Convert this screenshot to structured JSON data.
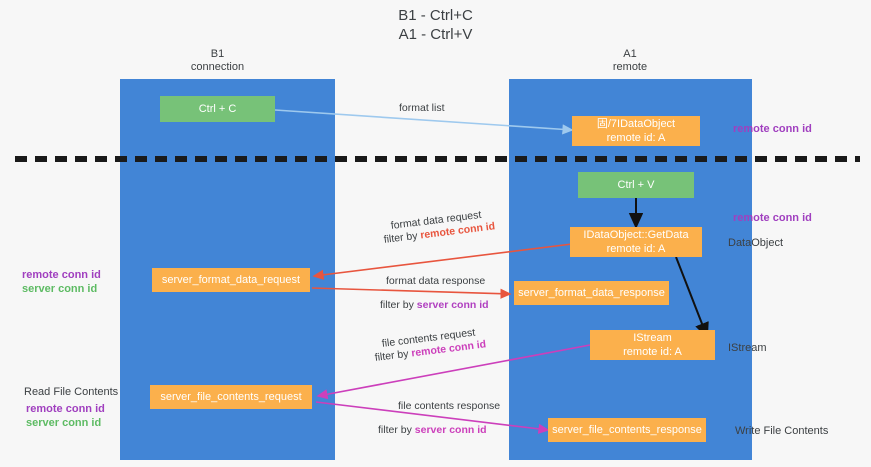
{
  "diagram": {
    "title": "B1 - Ctrl+C\nA1 - Ctrl+V",
    "columns": [
      {
        "name": "b1",
        "header": "B1\nconnection"
      },
      {
        "name": "a1",
        "header": "A1\nremote"
      }
    ],
    "nodes": {
      "ctrl_c": "Ctrl + C",
      "idataobject": "固/7IDataObject\nremote id: A",
      "ctrl_v": "Ctrl + V",
      "getdata": "IDataObject::GetData\nremote id: A",
      "server_format_data_request": "server_format_data_request",
      "server_format_data_response": "server_format_data_response",
      "istream": "IStream\nremote id: A",
      "server_file_contents_request": "server_file_contents_request",
      "server_file_contents_response": "server_file_contents_response"
    },
    "edges": [
      {
        "name": "format-list",
        "label": "format list",
        "filter": ""
      },
      {
        "name": "format-data-request",
        "label": "format data request",
        "filter_prefix": "filter by ",
        "filter": "remote conn id"
      },
      {
        "name": "format-data-response",
        "label": "format data response",
        "filter_prefix": "filter by ",
        "filter": "server conn id"
      },
      {
        "name": "file-contents-request",
        "label": "file contents request",
        "filter_prefix": "filter by ",
        "filter": "remote conn id"
      },
      {
        "name": "file-contents-response",
        "label": "file contents response",
        "filter_prefix": "filter by ",
        "filter": "server conn id"
      }
    ],
    "right_notes": {
      "remote_conn_id_top": "remote conn id",
      "remote_conn_id_mid": "remote conn id",
      "dataobject": "DataObject",
      "istream": "IStream",
      "write_file_contents": "Write File Contents"
    },
    "left_notes": {
      "remote_conn_id": "remote conn id",
      "server_conn_id": "server conn id",
      "read_file_contents": "Read File Contents",
      "remote_conn_id2": "remote conn id",
      "server_conn_id2": "server conn id"
    },
    "colors": {
      "lane": "#4285d6",
      "green_box": "#77c278",
      "orange_box": "#fbb04c",
      "purple": "#a03fbf",
      "green_text": "#5dbb63",
      "red_arrow": "#e8553e",
      "magenta_arrow": "#cc3fbb",
      "light_blue_arrow": "#9ec9ee",
      "black_arrow": "#000000",
      "background": "#f7f7f7"
    }
  }
}
